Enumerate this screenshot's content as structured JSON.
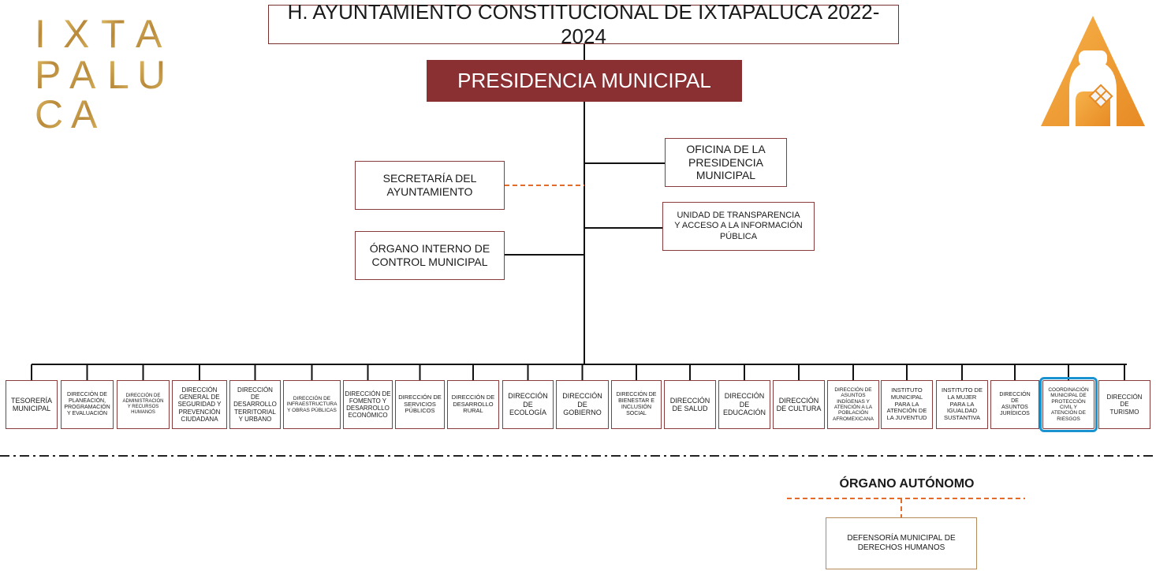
{
  "logo_left": {
    "icon": "ixtapaluca-logo-icon",
    "text": "IXTAPALUCA",
    "color": "#c9a24a"
  },
  "logo_right": {
    "icon": "ixtapaluca-emblem-icon",
    "color": "#f2a035"
  },
  "title": "H. AYUNTAMIENTO CONSTITUCIONAL DE IXTAPALUCA 2022-2024",
  "presidencia": "PRESIDENCIA MUNICIPAL",
  "colors": {
    "maroon": "#8a2f32",
    "border": "#8a3b3b",
    "dashed_orange": "#e36c2d",
    "highlight": "#1b93d1"
  },
  "units": {
    "oficina": "OFICINA DE LA\nPRESIDENCIA\nMUNICIPAL",
    "secretaria": "SECRETARÍA DEL\nAYUNTAMIENTO",
    "unidad": "UNIDAD DE TRANSPARENCIA\nY ACCESO A LA INFORMACIÓN\nPÚBLICA",
    "organo": "ÓRGANO INTERNO DE\nCONTROL MUNICIPAL"
  },
  "direcciones": [
    {
      "label": "TESORERÍA\nMUNICIPAL"
    },
    {
      "label": "DIRECCIÓN DE\nPLANEACIÓN,\nPROGRAMACIÓN\nY EVALUACIÓN"
    },
    {
      "label": "DIRECCIÓN DE\nADMINISTRACIÓN\nY RECURSOS\nHUMANOS"
    },
    {
      "label": "DIRECCIÓN\nGENERAL DE\nSEGURIDAD Y\nPREVENCIÓN\nCIUDADANA"
    },
    {
      "label": "DIRECCIÓN\nDE\nDESARROLLO\nTERRITORIAL\nY URBANO"
    },
    {
      "label": "DIRECCIÓN DE\nINFRAESTRUCTURA\nY OBRAS PÚBLICAS"
    },
    {
      "label": "DIRECCIÓN DE\nFOMENTO Y\nDESARROLLO\nECONÓMICO"
    },
    {
      "label": "DIRECCIÓN DE\nSERVICIOS\nPÚBLICOS"
    },
    {
      "label": "DIRECCIÓN DE\nDESARROLLO\nRURAL"
    },
    {
      "label": "DIRECCIÓN\nDE\nECOLOGÍA"
    },
    {
      "label": "DIRECCIÓN\nDE\nGOBIERNO"
    },
    {
      "label": "DIRECCIÓN DE\nBIENESTAR E\nINCLUSIÓN\nSOCIAL"
    },
    {
      "label": "DIRECCIÓN\nDE SALUD"
    },
    {
      "label": "DIRECCIÓN\nDE\nEDUCACIÓN"
    },
    {
      "label": "DIRECCIÓN\nDE CULTURA"
    },
    {
      "label": "DIRECCIÓN DE\nASUNTOS\nINDÍGENAS Y\nATENCIÓN A LA\nPOBLACIÓN\nAFROMEXICANA"
    },
    {
      "label": "INSTITUTO\nMUNICIPAL\nPARA LA\nATENCIÓN DE\nLA JUVENTUD"
    },
    {
      "label": "INSTITUTO DE\nLA MUJER\nPARA LA\nIGUALDAD\nSUSTANTIVA"
    },
    {
      "label": "DIRECCIÓN\nDE\nASUNTOS\nJURÍDICOS"
    },
    {
      "label": "COORDINACIÓN\nMUNICIPAL DE\nPROTECCIÓN\nCIVIL Y\nATENCIÓN DE\nRIESGOS",
      "highlighted": true
    },
    {
      "label": "DIRECCIÓN\nDE\nTURISMO"
    }
  ],
  "organo_autonomo_title": "ÓRGANO AUTÓNOMO",
  "defensoria": "DEFENSORÍA MUNICIPAL DE\nDERECHOS HUMANOS"
}
